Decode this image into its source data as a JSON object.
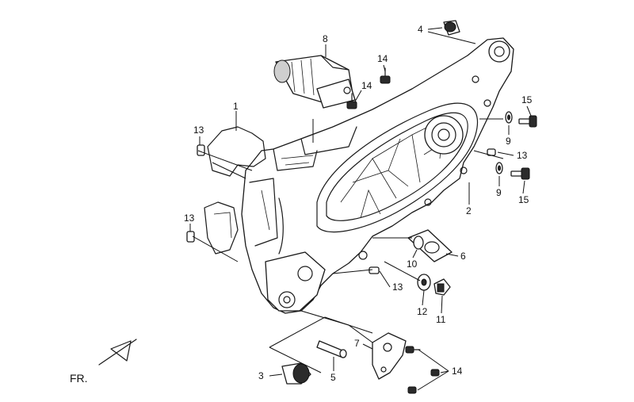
{
  "diagram": {
    "direction_label": "FR.",
    "callouts": [
      {
        "id": "c1",
        "text": "1"
      },
      {
        "id": "c2",
        "text": "2"
      },
      {
        "id": "c3",
        "text": "3"
      },
      {
        "id": "c4",
        "text": "4"
      },
      {
        "id": "c5",
        "text": "5"
      },
      {
        "id": "c6",
        "text": "6"
      },
      {
        "id": "c7",
        "text": "7"
      },
      {
        "id": "c8",
        "text": "8"
      },
      {
        "id": "c9a",
        "text": "9"
      },
      {
        "id": "c9b",
        "text": "9"
      },
      {
        "id": "c10",
        "text": "10"
      },
      {
        "id": "c11",
        "text": "11"
      },
      {
        "id": "c12",
        "text": "12"
      },
      {
        "id": "c13a",
        "text": "13"
      },
      {
        "id": "c13b",
        "text": "13"
      },
      {
        "id": "c13c",
        "text": "13"
      },
      {
        "id": "c13d",
        "text": "13"
      },
      {
        "id": "c14a",
        "text": "14"
      },
      {
        "id": "c14b",
        "text": "14"
      },
      {
        "id": "c14c",
        "text": "14"
      },
      {
        "id": "c15a",
        "text": "15"
      },
      {
        "id": "c15b",
        "text": "15"
      }
    ]
  }
}
